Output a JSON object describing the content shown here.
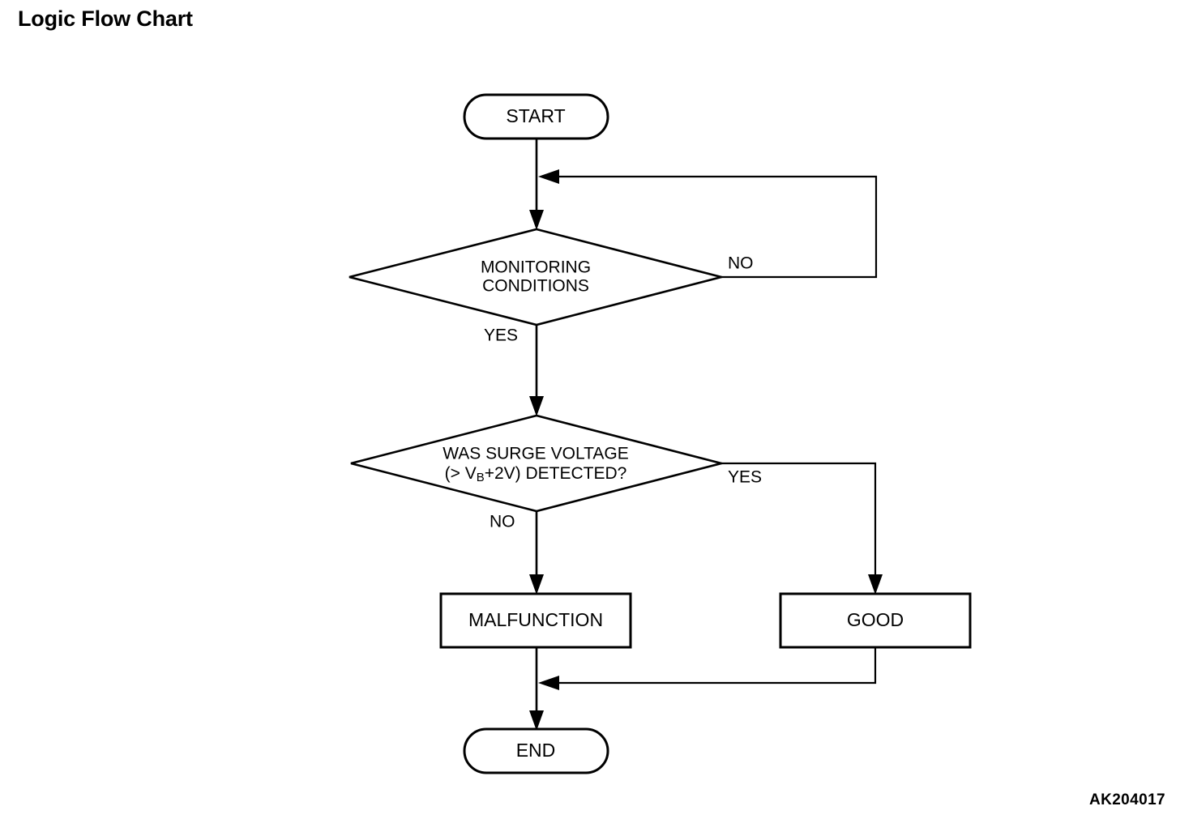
{
  "page": {
    "title": "Logic Flow Chart",
    "figure_code": "AK204017",
    "background_color": "#ffffff",
    "line_color": "#000000"
  },
  "chart_data": {
    "type": "diagram",
    "diagram_kind": "flowchart",
    "title": "Logic Flow Chart",
    "nodes": [
      {
        "id": "start",
        "shape": "terminator",
        "label": "START"
      },
      {
        "id": "monitor",
        "shape": "decision",
        "label_line1": "MONITORING",
        "label_line2": "CONDITIONS"
      },
      {
        "id": "surge",
        "shape": "decision",
        "label_line1": "WAS SURGE VOLTAGE",
        "label_line2_pre": "(> V",
        "label_line2_sub": "B",
        "label_line2_post": "+2V) DETECTED?"
      },
      {
        "id": "malfunction",
        "shape": "process",
        "label": "MALFUNCTION"
      },
      {
        "id": "good",
        "shape": "process",
        "label": "GOOD"
      },
      {
        "id": "end",
        "shape": "terminator",
        "label": "END"
      }
    ],
    "edges": [
      {
        "from": "start",
        "to": "monitor",
        "label": ""
      },
      {
        "from": "monitor",
        "to": "surge",
        "label": "YES"
      },
      {
        "from": "monitor",
        "to": "monitor",
        "label": "NO"
      },
      {
        "from": "surge",
        "to": "malfunction",
        "label": "NO"
      },
      {
        "from": "surge",
        "to": "good",
        "label": "YES"
      },
      {
        "from": "malfunction",
        "to": "end",
        "label": ""
      },
      {
        "from": "good",
        "to": "end",
        "label": ""
      }
    ]
  },
  "labels": {
    "start": "START",
    "end": "END",
    "malfunction": "MALFUNCTION",
    "good": "GOOD",
    "monitor_line1": "MONITORING",
    "monitor_line2": "CONDITIONS",
    "surge_line1": "WAS SURGE VOLTAGE",
    "surge_line2_pre": "(> V",
    "surge_line2_sub": "B",
    "surge_line2_post": "+2V) DETECTED?",
    "monitor_no": "NO",
    "monitor_yes": "YES",
    "surge_yes": "YES",
    "surge_no": "NO"
  }
}
